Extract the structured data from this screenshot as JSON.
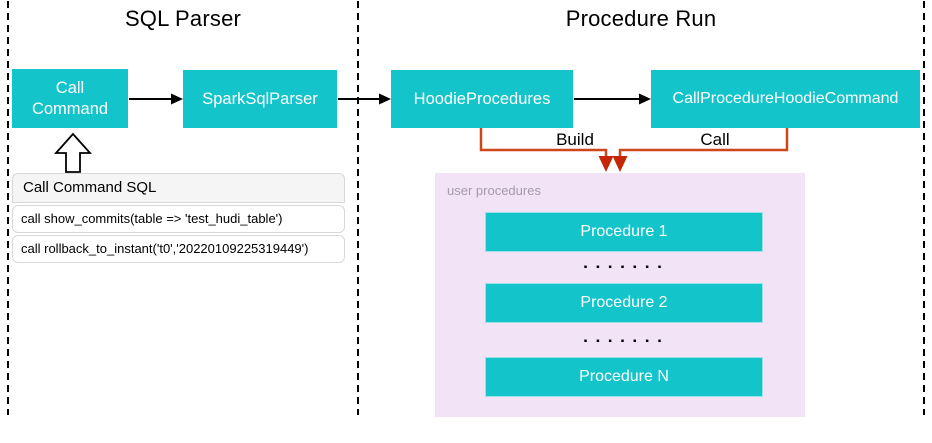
{
  "sections": {
    "left": {
      "title": "SQL Parser"
    },
    "right": {
      "title": "Procedure Run"
    }
  },
  "nodes": {
    "call_command": {
      "label": "Call Command"
    },
    "spark_sql_parser": {
      "label": "SparkSqlParser"
    },
    "hoodie_procedures": {
      "label": "HoodieProcedures"
    },
    "call_procedure_hoodie_command": {
      "label": "CallProcedureHoodieCommand"
    }
  },
  "edges": {
    "build": {
      "label": "Build"
    },
    "call": {
      "label": "Call"
    }
  },
  "sql_table": {
    "header": "Call Command SQL",
    "rows": [
      "call show_commits(table => 'test_hudi_table')",
      "call rollback_to_instant('t0','20220109225319449')"
    ]
  },
  "user_procedures": {
    "label": "user procedures",
    "items": [
      "Procedure 1",
      "Procedure 2",
      "Procedure N"
    ],
    "dots": "▪ ▪ ▪ ▪ ▪ ▪ ▪"
  },
  "colors": {
    "node_fill": "#13c4ca",
    "panel_fill": "#f2e4f6",
    "connector_orange": "#d0461b",
    "arrowhead_red": "#c52706",
    "divider_black": "#000000"
  }
}
